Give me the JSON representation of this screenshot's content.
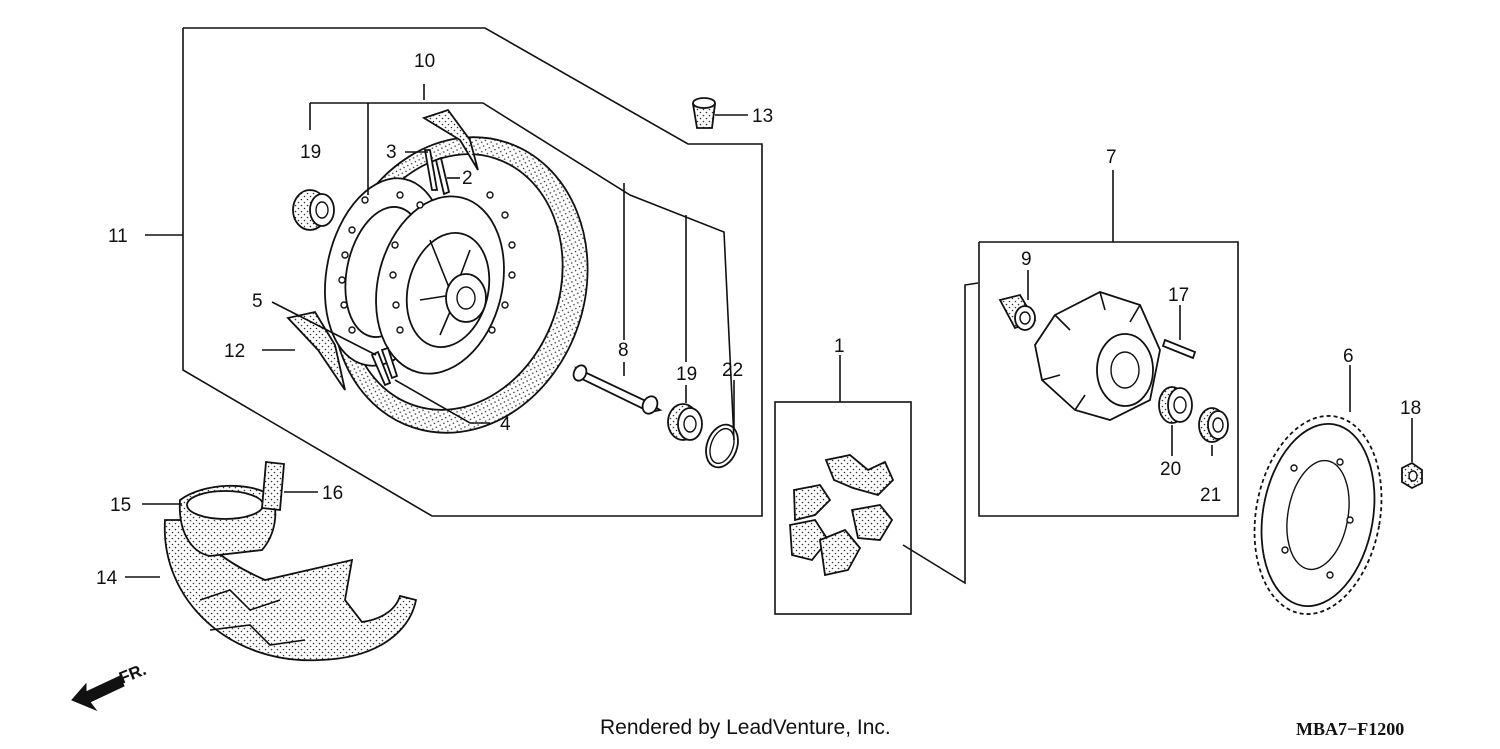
{
  "callouts": {
    "c1": "1",
    "c2": "2",
    "c3": "3",
    "c4": "4",
    "c5": "5",
    "c6": "6",
    "c7": "7",
    "c8": "8",
    "c9": "9",
    "c10": "10",
    "c11": "11",
    "c12": "12",
    "c13": "13",
    "c14": "14",
    "c15": "15",
    "c16": "16",
    "c17": "17",
    "c18": "18",
    "c19a": "19",
    "c19b": "19",
    "c20": "20",
    "c21": "21",
    "c22": "22"
  },
  "front_indicator": "FR.",
  "footer": {
    "credit": "Rendered by LeadVenture, Inc.",
    "diagram_code": "MBA7−F1200"
  }
}
